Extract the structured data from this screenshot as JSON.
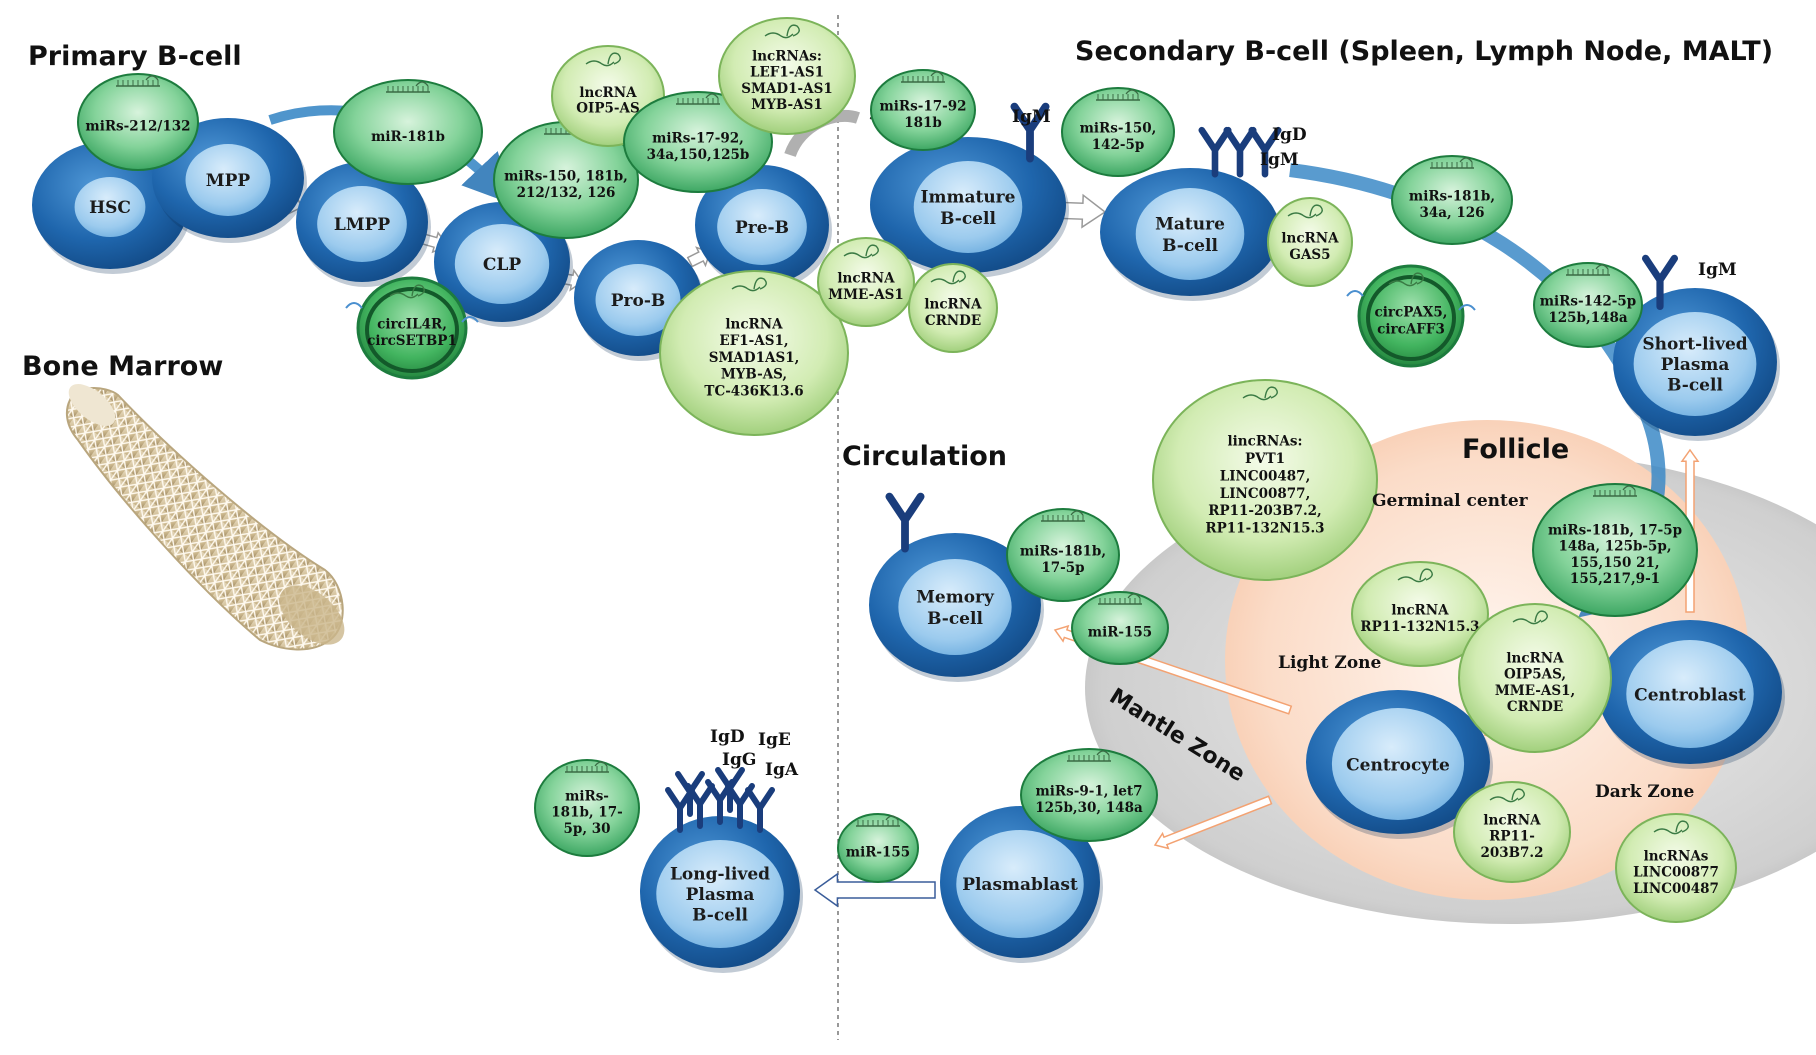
{
  "titles": {
    "primary": "Primary B-cell",
    "secondary": "Secondary B-cell (Spleen, Lymph Node, MALT)",
    "bone_marrow": "Bone Marrow",
    "circulation": "Circulation",
    "follicle": "Follicle",
    "germinal_center": "Germinal center",
    "light_zone": "Light Zone",
    "dark_zone": "Dark Zone",
    "mantle_zone": "Mantle Zone"
  },
  "cells": {
    "hsc": [
      "HSC"
    ],
    "mpp": [
      "MPP"
    ],
    "lmpp": [
      "LMPP"
    ],
    "clp": [
      "CLP"
    ],
    "prob": [
      "Pro-B"
    ],
    "preb": [
      "Pre-B"
    ],
    "immature": [
      "Immature",
      "B-cell"
    ],
    "mature": [
      "Mature",
      "B-cell"
    ],
    "shortlived": [
      "Short-lived",
      "Plasma",
      "B-cell"
    ],
    "memory": [
      "Memory",
      "B-cell"
    ],
    "centroblast": [
      "Centroblast"
    ],
    "centrocyte": [
      "Centrocyte"
    ],
    "plasmablast": [
      "Plasmablast"
    ],
    "longlived": [
      "Long-lived",
      "Plasma",
      "B-cell"
    ]
  },
  "bubbles": {
    "b_mir212": [
      "miRs-212/132"
    ],
    "b_mir181b": [
      "miR-181b"
    ],
    "b_mir150_181b": [
      "miRs-150, 181b,",
      "212/132, 126"
    ],
    "b_oip5": [
      "lncRNA",
      "OIP5-AS"
    ],
    "b_mir1792a": [
      "miRs-17-92,",
      "34a,150,125b"
    ],
    "b_lncrnas_lef1": [
      "lncRNAs:",
      "LEF1-AS1",
      "SMAD1-AS1",
      "MYB-AS1"
    ],
    "b_mir1792b": [
      "miRs-17-92",
      "181b"
    ],
    "b_circil4r": [
      "circIL4R,",
      "circSETBP1"
    ],
    "b_lncrna_big": [
      "lncRNA",
      "EF1-AS1,",
      "SMAD1AS1,",
      "MYB-AS,",
      "TC-436K13.6"
    ],
    "b_mme": [
      "lncRNA",
      "MME-AS1"
    ],
    "b_crnde": [
      "lncRNA",
      "CRNDE"
    ],
    "b_mir150_142": [
      "miRs-150,",
      "142-5p"
    ],
    "b_gas5": [
      "lncRNA",
      "GAS5"
    ],
    "b_mir181b_34a": [
      "miRs-181b,",
      "34a, 126"
    ],
    "b_circpax5": [
      "circPAX5,",
      "circAFF3"
    ],
    "b_mir142_125b": [
      "miRs-142-5p",
      "125b,148a"
    ],
    "b_lincrnas": [
      "lincRNAs:",
      "PVT1",
      "LINC00487,",
      "LINC00877,",
      "RP11-203B7.2,",
      "RP11-132N15.3"
    ],
    "b_gc_mirs": [
      "miRs-181b, 17-5p",
      "148a, 125b-5p,",
      "155,150 21,",
      "155,217,9-1"
    ],
    "b_rp11_132": [
      "lncRNA",
      "RP11-132N15.3"
    ],
    "b_oip5as": [
      "lncRNA",
      "OIP5AS,",
      "MME-AS1,",
      "CRNDE"
    ],
    "b_rp11_203": [
      "lncRNA",
      "RP11-",
      "203B7.2"
    ],
    "b_linc_gc": [
      "lncRNAs",
      "LINC00877",
      "LINC00487"
    ],
    "b_mem_mirs": [
      "miRs-181b,",
      "17-5p"
    ],
    "b_mem_155": [
      "miR-155"
    ],
    "b_plasma_mirs": [
      "miRs-9-1, let7",
      "125b,30, 148a"
    ],
    "b_ll_155": [
      "miR-155"
    ],
    "b_ll_mirs": [
      "miRs-",
      "181b, 17-",
      "5p, 30"
    ]
  },
  "antibody_labels": {
    "igm_immature": "IgM",
    "igd_mature": "IgD",
    "igm_mature": "IgM",
    "igm_shortlived": "IgM",
    "igd_ll": "IgD",
    "ige_ll": "IgE",
    "igg_ll": "IgG",
    "iga_ll": "IgA"
  },
  "colors": {
    "cell_outer": "#1f66ad",
    "cell_inner": "#9ccbee",
    "mir_bubble": "#41b36a",
    "lnc_bubble": "#c5e6a2",
    "circ_bubble": "#2e9e4a",
    "antibody": "#1a3d7c",
    "follicle": "#cccccc",
    "germinal": "#fad8c3",
    "orange_arrow": "#f3a272",
    "blue_arrow": "#3d8ac7"
  }
}
